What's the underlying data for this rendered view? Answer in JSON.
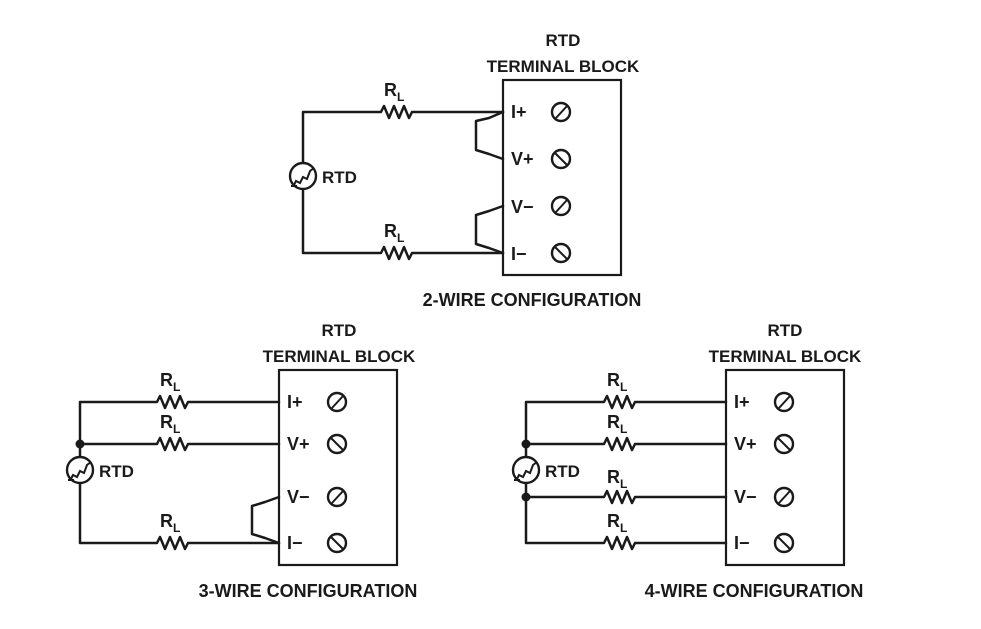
{
  "colors": {
    "ink": "#1a1a1a",
    "background": "#ffffff"
  },
  "terminal_labels": [
    "I+",
    "V+",
    "V−",
    "I−"
  ],
  "panels": [
    {
      "id": "two_wire",
      "heading_line1": "RTD",
      "heading_line2": "TERMINAL BLOCK",
      "rtd_label": "RTD",
      "resistor_label": "R",
      "resistor_subscript": "L",
      "caption": "2-WIRE CONFIGURATION"
    },
    {
      "id": "three_wire",
      "heading_line1": "RTD",
      "heading_line2": "TERMINAL BLOCK",
      "rtd_label": "RTD",
      "resistor_label": "R",
      "resistor_subscript": "L",
      "caption": "3-WIRE CONFIGURATION"
    },
    {
      "id": "four_wire",
      "heading_line1": "RTD",
      "heading_line2": "TERMINAL BLOCK",
      "rtd_label": "RTD",
      "resistor_label": "R",
      "resistor_subscript": "L",
      "caption": "4-WIRE CONFIGURATION"
    }
  ]
}
